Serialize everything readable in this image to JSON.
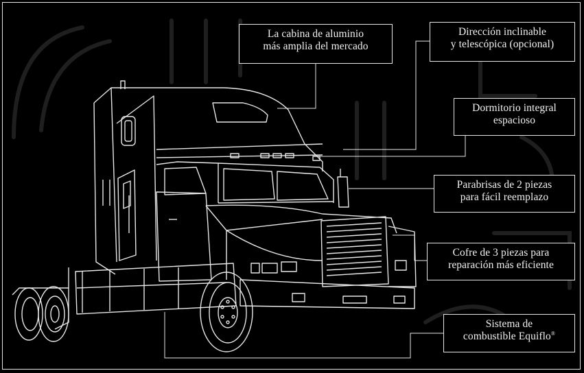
{
  "callouts": {
    "cabin": {
      "line1": "La cabina de aluminio",
      "line2": "más amplia del mercado"
    },
    "steering": {
      "line1": "Dirección inclinable",
      "line2": "y telescópica (opcional)"
    },
    "sleeper": {
      "line1": "Dormitorio integral",
      "line2": "espacioso"
    },
    "windshield": {
      "line1": "Parabrisas de 2 piezas",
      "line2": "para fácil reemplazo"
    },
    "hood": {
      "line1": "Cofre de 3 piezas para",
      "line2": "reparación más eficiente"
    },
    "fuel": {
      "line1": "Sistema de",
      "line2": "combustible Equiflo",
      "mark": "®"
    }
  },
  "colors": {
    "background": "#000000",
    "lines": "#e8e8e8",
    "ghost": "#1c1c1c"
  }
}
